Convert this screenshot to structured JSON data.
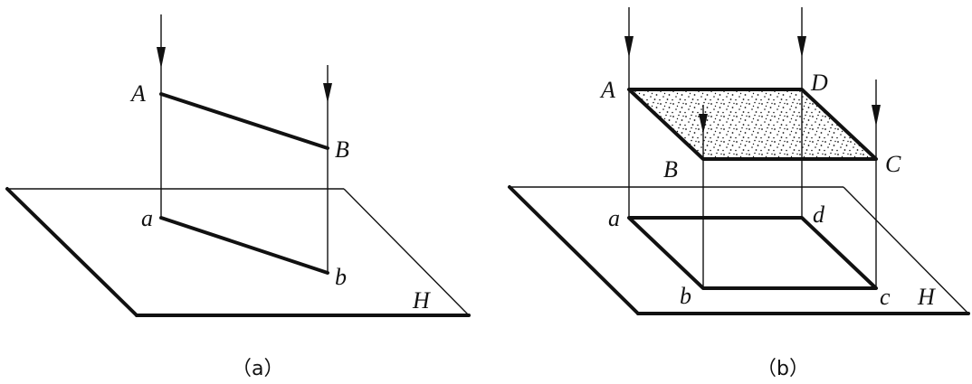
{
  "panel_a": {
    "caption": "（a）",
    "labels": {
      "A": "A",
      "B": "B",
      "a": "a",
      "b": "b",
      "H": "H"
    }
  },
  "panel_b": {
    "caption": "（b）",
    "labels": {
      "A": "A",
      "B": "B",
      "C": "C",
      "D": "D",
      "a": "a",
      "b": "b",
      "c": "c",
      "d": "d",
      "H": "H"
    }
  }
}
